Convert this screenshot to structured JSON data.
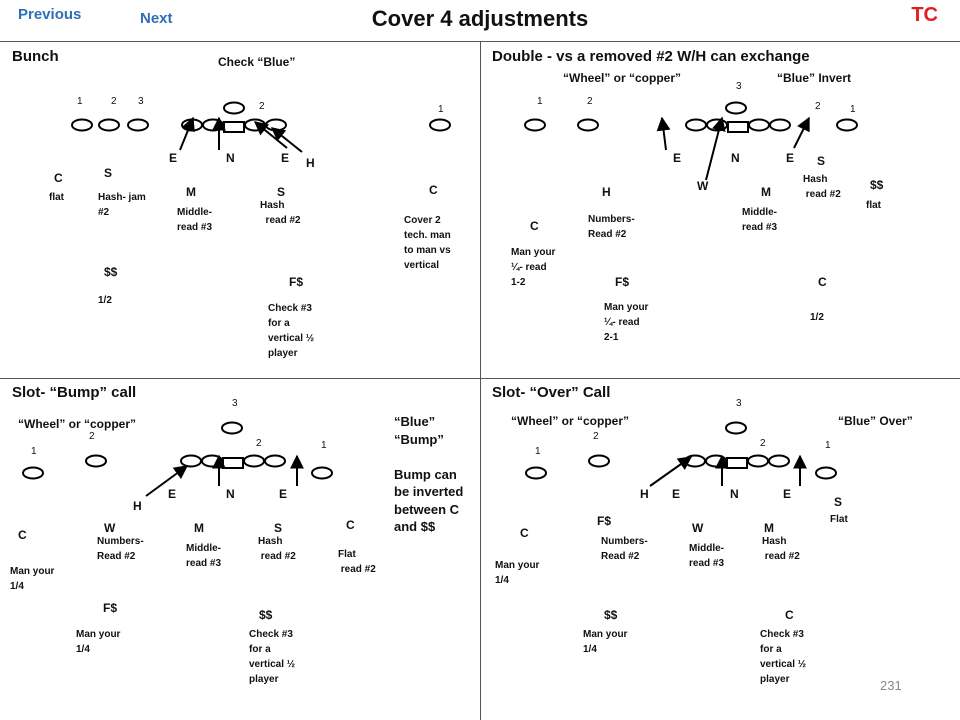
{
  "nav": {
    "previous": "Previous",
    "next": "Next"
  },
  "title": "Cover 4 adjustments",
  "brand": "TC",
  "page_number": "231",
  "panels": {
    "bunch": {
      "heading": "Bunch",
      "call": "Check “Blue”",
      "numbers": [
        "1",
        "2",
        "3",
        "2",
        "1"
      ],
      "dl": [
        "E",
        "N",
        "E"
      ],
      "players": {
        "c_left": "C",
        "s_left": "S",
        "m": "M",
        "s_right": "S",
        "c_right": "C",
        "dd": "$$",
        "fs": "F$",
        "h": "H"
      },
      "notes": {
        "flat": "flat",
        "hash_jam": "Hash- jam\n#2",
        "middle": "Middle-\nread #3",
        "hash_read": "Hash\n  read #2",
        "cover2": "Cover 2\ntech. man\nto man vs\nvertical",
        "half": "1/2",
        "check3": "Check #3\nfor a\nvertical ½\nplayer"
      }
    },
    "double": {
      "heading": "Double - vs a removed #2 W/H can exchange",
      "call_left": "“Wheel” or “copper”",
      "call_right": "“Blue” Invert",
      "numbers": [
        "1",
        "2",
        "3",
        "2",
        "1"
      ],
      "dl": [
        "E",
        "N",
        "E"
      ],
      "players": {
        "w": "W",
        "h": "H",
        "m": "M",
        "s": "S",
        "dd": "$$",
        "c_left": "C",
        "fs": "F$",
        "c_right": "C"
      },
      "notes": {
        "hash": "Hash\n read #2",
        "flat": "flat",
        "numbers": "Numbers-\nRead #2",
        "middle": "Middle-\nread #3",
        "man_left": "Man your\n¼- read\n1-2",
        "man_mid": "Man your\n¼- read\n2-1",
        "half": "1/2"
      }
    },
    "bump": {
      "heading": "Slot- “Bump” call",
      "call_left": "“Wheel” or “copper”",
      "call_right": "“Blue”\n“Bump”\n\nBump can\nbe inverted\nbetween C\nand $$",
      "numbers": [
        "1",
        "2",
        "3",
        "2",
        "1"
      ],
      "dl": [
        "E",
        "N",
        "E"
      ],
      "players": {
        "h": "H",
        "c_left": "C",
        "w": "W",
        "m": "M",
        "s": "S",
        "c_right": "C",
        "fs": "F$",
        "dd": "$$"
      },
      "notes": {
        "man_left": "Man your\n1/4",
        "numbers": "Numbers-\nRead #2",
        "middle": "Middle-\nread #3",
        "hash": "Hash\n read #2",
        "flat": "Flat\n read #2",
        "man_fs": "Man your\n1/4",
        "check3": "Check #3\nfor a\nvertical ½\nplayer"
      }
    },
    "over": {
      "heading": "Slot- “Over” Call",
      "call_left": "“Wheel” or “copper”",
      "call_right": "“Blue” Over”",
      "numbers": [
        "1",
        "2",
        "3",
        "2",
        "1"
      ],
      "dl": [
        "E",
        "N",
        "E"
      ],
      "players": {
        "h": "H",
        "s": "S",
        "c_left": "C",
        "fs": "F$",
        "w": "W",
        "m": "M",
        "dd": "$$",
        "c_right": "C"
      },
      "notes": {
        "flat": "Flat",
        "man_left": "Man your\n1/4",
        "numbers": "Numbers-\nRead #2",
        "middle": "Middle-\nread #3",
        "hash": "Hash\n read #2",
        "man_dd": "Man your\n1/4",
        "check3": "Check #3\nfor a\nvertical ½\nplayer"
      }
    }
  }
}
